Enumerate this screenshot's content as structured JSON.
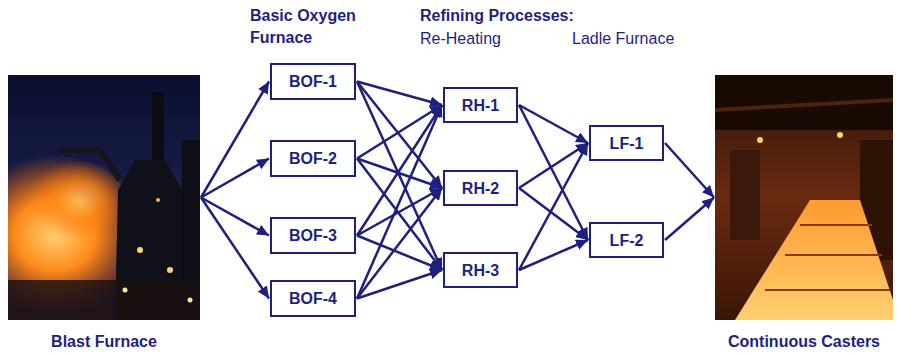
{
  "diagram": {
    "nodes": [
      {
        "text": [
          "Blast Furnace"
        ]
      },
      {
        "text": [
          "BOF-1"
        ]
      },
      {
        "text": [
          "BOF-2"
        ]
      },
      {
        "text": [
          "BOF-3"
        ]
      },
      {
        "text": [
          "BOF-4"
        ]
      },
      {
        "text": [
          "RH-1"
        ]
      },
      {
        "text": [
          "RH-2"
        ]
      },
      {
        "text": [
          "RH-3"
        ]
      },
      {
        "text": [
          "LF-1"
        ]
      },
      {
        "text": [
          "LF-2"
        ]
      },
      {
        "text": [
          "Continuous Casters"
        ]
      }
    ],
    "edges": [
      {
        "from": 0,
        "to": 1,
        "arrow": "to"
      },
      {
        "from": 0,
        "to": 2,
        "arrow": "to"
      },
      {
        "from": 0,
        "to": 3,
        "arrow": "to"
      },
      {
        "from": 0,
        "to": 4,
        "arrow": "to"
      },
      {
        "from": 1,
        "to": 5,
        "arrow": "to"
      },
      {
        "from": 1,
        "to": 6,
        "arrow": "to"
      },
      {
        "from": 1,
        "to": 7,
        "arrow": "to"
      },
      {
        "from": 2,
        "to": 5,
        "arrow": "to"
      },
      {
        "from": 2,
        "to": 6,
        "arrow": "to"
      },
      {
        "from": 2,
        "to": 7,
        "arrow": "to"
      },
      {
        "from": 3,
        "to": 5,
        "arrow": "to"
      },
      {
        "from": 3,
        "to": 6,
        "arrow": "to"
      },
      {
        "from": 3,
        "to": 7,
        "arrow": "to"
      },
      {
        "from": 4,
        "to": 5,
        "arrow": "to"
      },
      {
        "from": 4,
        "to": 6,
        "arrow": "to"
      },
      {
        "from": 4,
        "to": 7,
        "arrow": "to"
      },
      {
        "from": 5,
        "to": 8,
        "arrow": "to"
      },
      {
        "from": 5,
        "to": 9,
        "arrow": "to"
      },
      {
        "from": 6,
        "to": 8,
        "arrow": "to"
      },
      {
        "from": 6,
        "to": 9,
        "arrow": "to"
      },
      {
        "from": 7,
        "to": 8,
        "arrow": "to"
      },
      {
        "from": 7,
        "to": 9,
        "arrow": "to"
      },
      {
        "from": 8,
        "to": 10,
        "arrow": "to"
      },
      {
        "from": 9,
        "to": 10,
        "arrow": "to"
      }
    ],
    "labels": [
      "Basic Oxygen Furnace",
      "Refining Processes:",
      "Re-Heating",
      "Ladle Furnace"
    ]
  }
}
